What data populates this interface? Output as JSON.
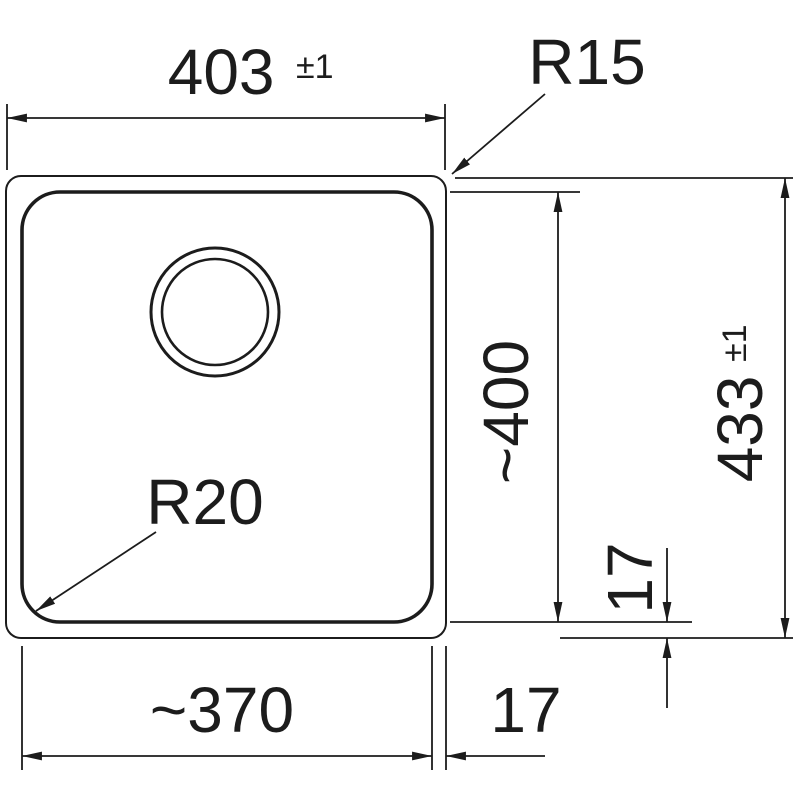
{
  "drawing": {
    "title": "Sink technical drawing - top view with dimensions",
    "colors": {
      "line": "#1c1c1c",
      "background": "#ffffff"
    },
    "dimensions": {
      "overall_width": {
        "value": "403",
        "tolerance": "±1"
      },
      "overall_height": {
        "value": "433",
        "tolerance": "±1"
      },
      "bowl_width": {
        "value": "~370"
      },
      "bowl_height": {
        "value": "~400"
      },
      "rim_right": {
        "value": "17"
      },
      "rim_bottom": {
        "value": "17"
      },
      "outer_corner_radius": {
        "value": "R15"
      },
      "bowl_corner_radius": {
        "value": "R20"
      }
    }
  }
}
